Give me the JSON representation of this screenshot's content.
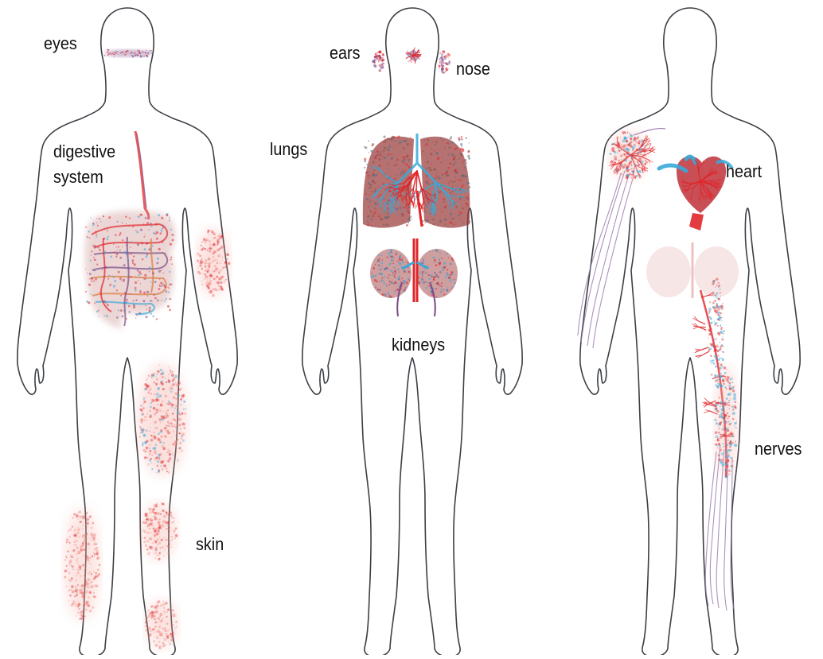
{
  "colors": {
    "background": "#ffffff",
    "outline": "#3b3f45",
    "vessel_red": "#e0262a",
    "vessel_blue": "#38a9d8",
    "vessel_purple": "#7b4a86",
    "nerve_lilac": "#9d7fb0",
    "label_text": "#111111"
  },
  "figures": [
    {
      "name": "figure-left",
      "labels": {
        "eyes": "eyes",
        "digestive_line1": "digestive",
        "digestive_line2": "system",
        "skin": "skin"
      }
    },
    {
      "name": "figure-middle",
      "labels": {
        "ears": "ears",
        "nose": "nose",
        "lungs": "lungs",
        "kidneys": "kidneys"
      }
    },
    {
      "name": "figure-right",
      "labels": {
        "heart": "heart",
        "nerves": "nerves"
      }
    }
  ]
}
